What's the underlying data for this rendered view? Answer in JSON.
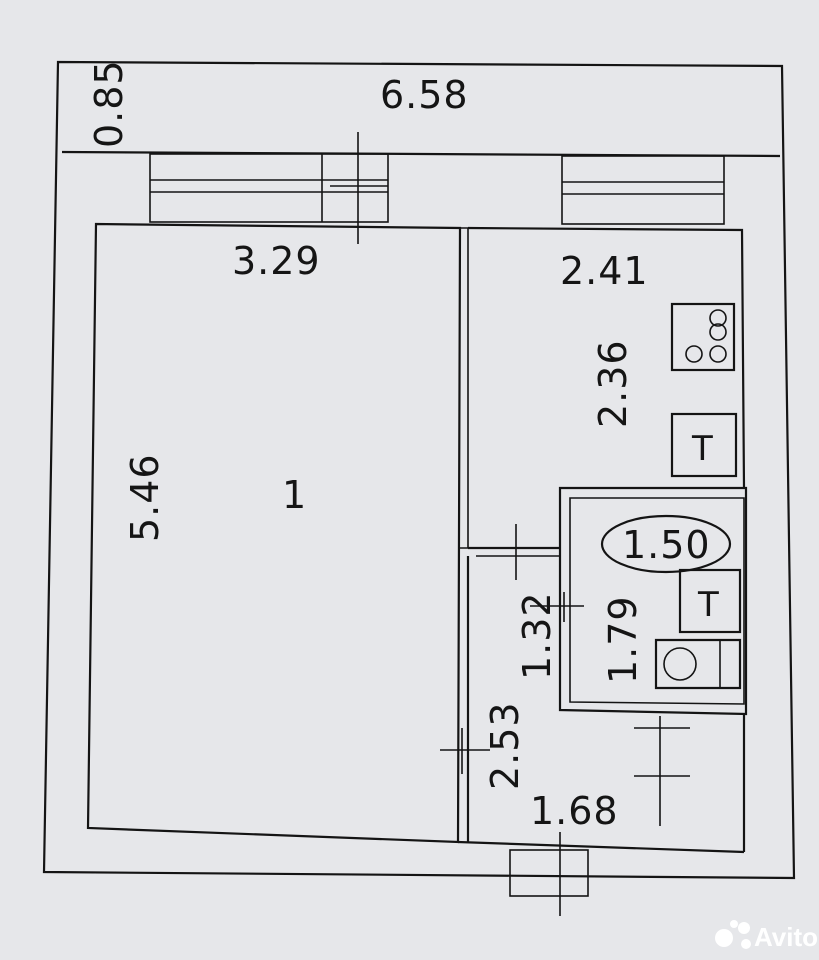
{
  "plan": {
    "dims": {
      "wall_thickness": "0.85",
      "overall_width": "6.58",
      "room_width": "3.29",
      "room_length": "5.46",
      "room_number": "1",
      "kitchen_width": "2.41",
      "kitchen_length": "2.36",
      "bath_area": "1.50",
      "bath_length": "1.79",
      "corridor_upper": "1.32",
      "corridor_length": "2.53",
      "corridor_width": "1.68"
    },
    "fixtures": {
      "kitchen_appliance_letter": "T",
      "bath_appliance_letter": "T"
    },
    "colors": {
      "paper": "#e6e7ea",
      "ink": "#141414"
    }
  },
  "watermark": {
    "brand": "Avito"
  }
}
